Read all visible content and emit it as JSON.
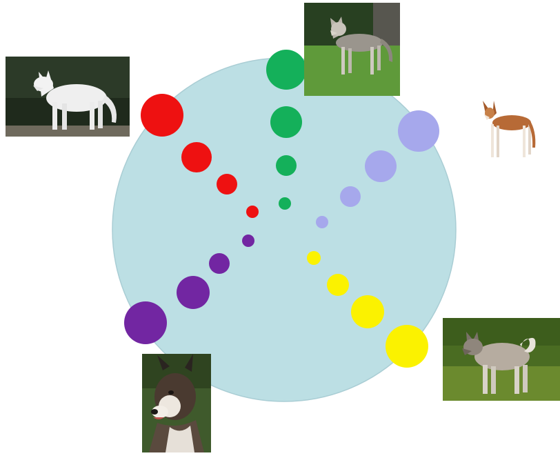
{
  "diagram": {
    "background_circle": {
      "color": "#bcdfe4",
      "stroke": "#a9cdd4"
    },
    "rays": [
      {
        "name": "red",
        "color": "#ee1111",
        "dot_count": 4
      },
      {
        "name": "green",
        "color": "#14b05a",
        "dot_count": 4
      },
      {
        "name": "lavender",
        "color": "#a6a8ec",
        "dot_count": 4
      },
      {
        "name": "yellow",
        "color": "#fbf200",
        "dot_count": 4
      },
      {
        "name": "purple",
        "color": "#7226a2",
        "dot_count": 4
      }
    ],
    "photos": [
      {
        "name": "white-shepherd-dog-photo",
        "icon": "white-dog-icon"
      },
      {
        "name": "grey-wolfdog-photo",
        "icon": "grey-dog-icon"
      },
      {
        "name": "tan-sighthound-photo",
        "icon": "tan-dog-icon"
      },
      {
        "name": "grey-spitz-dog-photo",
        "icon": "spitz-dog-icon"
      },
      {
        "name": "dark-wolfdog-portrait-photo",
        "icon": "wolfdog-portrait-icon"
      }
    ]
  }
}
